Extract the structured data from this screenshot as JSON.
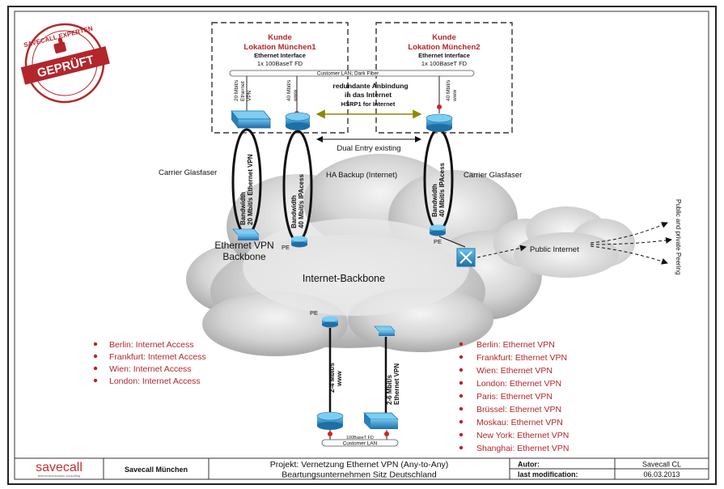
{
  "stamp": {
    "top": "SAVECALL EXPERTEN",
    "main": "GEPRÜFT"
  },
  "site1": {
    "title1": "Kunde",
    "title2": "Lokation München1",
    "iface1": "Ethernet Interface",
    "iface2": "1x 100BaseT FD"
  },
  "site2": {
    "title1": "Kunde",
    "title2": "Lokation München2",
    "iface1": "Ethernet Interface",
    "iface2": "1x 100BaseT FD"
  },
  "customer_lan_top": "Customer LAN; Dark Fiber",
  "link_labels": {
    "s1_eth_l1": "20 Mbit/s",
    "s1_eth_l2": "Ethernet",
    "s1_eth_l3": "VPN",
    "s1_www_l1": "40 Mbit/s",
    "s1_www_l2": "www",
    "s2_www_l1": "40 Mbit/s",
    "s2_www_l2": "www"
  },
  "redundant": {
    "l1": "redundante Anbindung",
    "l2": "in das Internet",
    "l3": "HSRP1 for Internet"
  },
  "dual_entry": "Dual Entry existing",
  "carrier_left": "Carrier Glasfaser",
  "carrier_right": "Carrier Glasfaser",
  "ha_backup": "HA Backup  (Internet)",
  "bw_eth": {
    "l1": "Bandwidth",
    "l2": "20 Mbit/s Ethernet VPN"
  },
  "bw_ip1": {
    "l1": "Bandwidth",
    "l2": "40 Mbit/s IPAcess"
  },
  "bw_ip2": {
    "l1": "Bandwidth",
    "l2": "40 Mbit/s IPAcess"
  },
  "pe_labels": {
    "left": "PE",
    "right": "PE",
    "bottom": "PE"
  },
  "ethernet_vpn_backbone": {
    "l1": "Ethernet VPN",
    "l2": "Backbone"
  },
  "internet_backbone": "Internet-Backbone",
  "public_internet": "Public Internet",
  "public_peering": "Public and private Peering",
  "bottom_links": {
    "www_l1": "2-4 Mbit/s",
    "www_l2": "www",
    "eth_l1": "2-6 Mbit/s",
    "eth_l2": "Ethernet VPN",
    "fd": "100BaseT FD",
    "lan": "Customer LAN"
  },
  "internet_access": [
    "Berlin: Internet Access",
    "Frankfurt: Internet Access",
    "Wien: Internet Access",
    "London: Internet Access"
  ],
  "ethernet_vpn": [
    "Berlin: Ethernet VPN",
    "Frankfurt: Ethernet VPN",
    "Wien: Ethernet VPN",
    "London: Ethernet VPN",
    "Paris: Ethernet VPN",
    "Brüssel: Ethernet VPN",
    "Moskau: Ethernet VPN",
    "New York: Ethernet VPN",
    "Shanghai: Ethernet VPN"
  ],
  "footer": {
    "logo": "savecall",
    "logo_sub": "telecommunication consulting",
    "company": "Savecall München",
    "project1": "Projekt: Vernetzung Ethernet VPN (Any-to-Any)",
    "project2": "Beartungsunternehmen Sitz Deutschland",
    "author_label": "Autor:",
    "author": "Savecall CL",
    "modified_label": "last modification:",
    "modified": "06.03.2013"
  },
  "colors": {
    "accent_red": "#b3262b",
    "device_blue": "#2f8fc8",
    "hsrp_olive": "#8a8a00"
  }
}
